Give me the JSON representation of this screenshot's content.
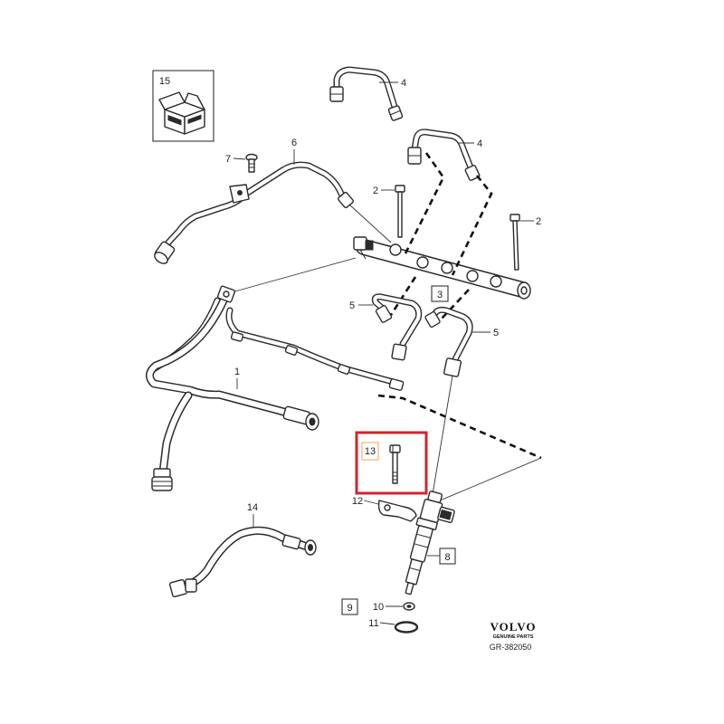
{
  "diagram": {
    "callouts": {
      "c15": "15",
      "c4_upper": "4",
      "c4_lower": "4",
      "c7": "7",
      "c6": "6",
      "c2_left": "2",
      "c2_right": "2",
      "c3": "3",
      "c5_left": "5",
      "c5_right": "5",
      "c1": "1",
      "c13": "13",
      "c12": "12",
      "c8": "8",
      "c14": "14",
      "c9": "9",
      "c10": "10",
      "c11": "11"
    },
    "colors": {
      "highlight_box": "#d1262c",
      "callout_13_box": "#f0a35e",
      "line": "#2b2b2b"
    }
  },
  "brand": {
    "logo": "VOLVO",
    "tagline": "GENUINE PARTS",
    "ref": "GR-382050"
  }
}
